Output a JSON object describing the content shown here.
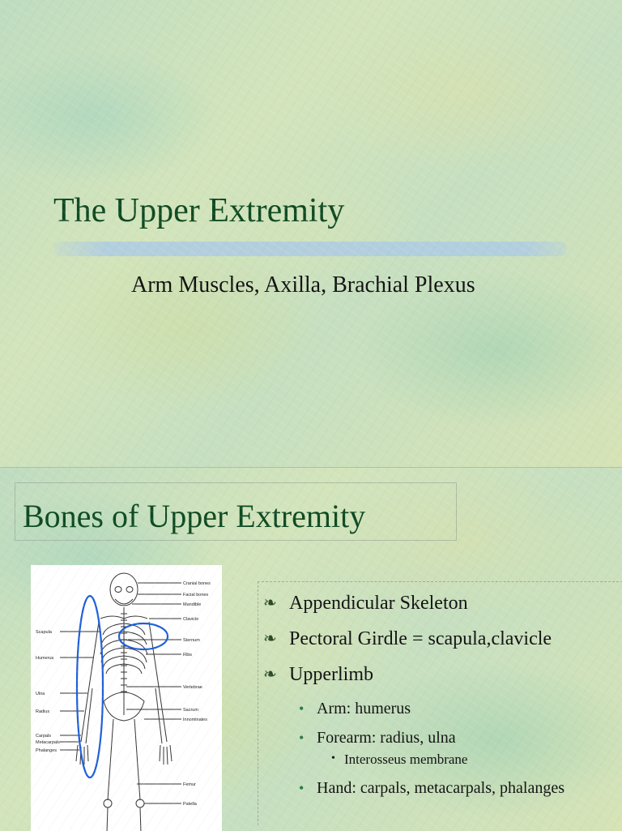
{
  "slide1": {
    "title": "The Upper Extremity",
    "subtitle": "Arm Muscles, Axilla, Brachial Plexus"
  },
  "slide2": {
    "title": "Bones of Upper Extremity",
    "figure": {
      "labels_right": [
        "Cranial bones",
        "Facial bones",
        "Mandible",
        "Clavicle",
        "Sternum",
        "Ribs",
        "Vertebrae",
        "Sacrum",
        "Innominates",
        "Femur",
        "Patella"
      ],
      "labels_left": [
        "Scapula",
        "Humerus",
        "Ulna",
        "Radius",
        "Carpals",
        "Metacarpals",
        "Phalanges"
      ],
      "highlight_color": "#1e5fd8"
    },
    "bullets": [
      {
        "icon": "fleuron-bullet-icon",
        "text": "Appendicular Skeleton"
      },
      {
        "icon": "fleuron-bullet-icon",
        "text": "Pectoral Girdle = scapula,clavicle"
      },
      {
        "icon": "fleuron-bullet-icon",
        "text": "Upperlimb"
      }
    ],
    "sub_bullets": [
      {
        "text": "Arm: humerus"
      },
      {
        "text": "Forearm: radius, ulna"
      },
      {
        "text": "Hand: carpals, metacarpals, phalanges"
      }
    ],
    "sub_sub_bullets": [
      {
        "text": "Interosseus membrane"
      }
    ]
  },
  "colors": {
    "title": "#0e4a22",
    "accent_bar": "#b0cde2",
    "bullet_dot": "#2a7a4a"
  }
}
